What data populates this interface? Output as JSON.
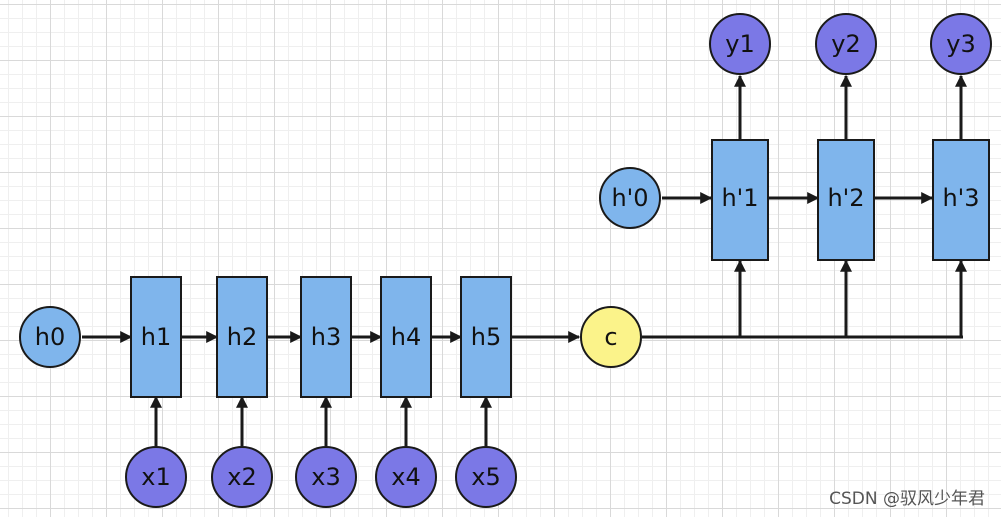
{
  "colors": {
    "cell_fill": "#7fb5ec",
    "cell_stroke": "#1a1a1a",
    "input_fill": "#7b78e6",
    "output_fill": "#7b78e6",
    "hidden_init_fill": "#7fb5ec",
    "context_fill": "#fbf38a",
    "edge": "#1a1a1a"
  },
  "encoder": {
    "initial": "h0",
    "cells": [
      "h1",
      "h2",
      "h3",
      "h4",
      "h5"
    ],
    "inputs": [
      "x1",
      "x2",
      "x3",
      "x4",
      "x5"
    ]
  },
  "context": "c",
  "decoder": {
    "initial": "h'0",
    "cells": [
      "h'1",
      "h'2",
      "h'3"
    ],
    "outputs": [
      "y1",
      "y2",
      "y3"
    ]
  },
  "watermark": "CSDN @驭风少年君"
}
